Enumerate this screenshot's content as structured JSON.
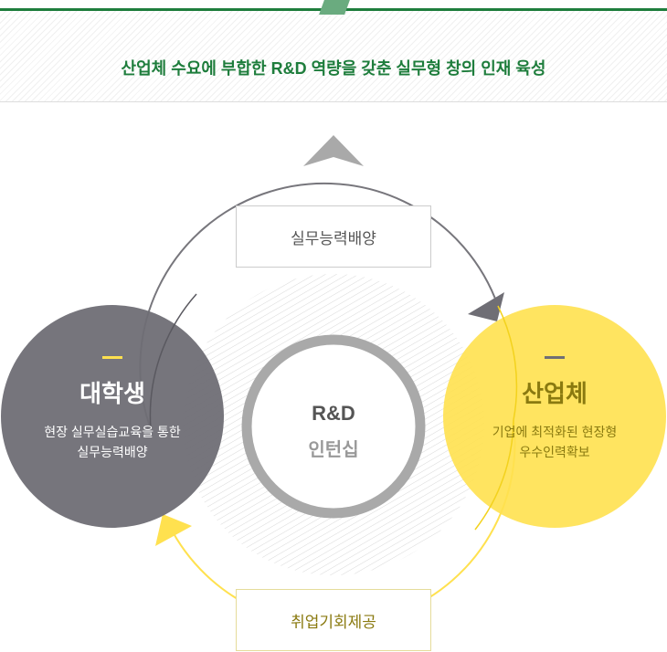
{
  "header": {
    "title": "산업체 수요에 부합한 R&D 역량을 갖춘 실무형 창의 인재 육성"
  },
  "cycle": {
    "top_label": "실무능력배양",
    "bottom_label": "취업기회제공"
  },
  "left": {
    "title": "대학생",
    "desc1": "현장 실무실습교육을 통한",
    "desc2": "실무능력배양"
  },
  "right": {
    "title": "산업체",
    "desc1": "기업에 최적화된 현장형",
    "desc2": "우수인력확보"
  },
  "center": {
    "line1": "R&D",
    "line2": "인턴십"
  },
  "colors": {
    "green": "#1e7d3c",
    "gray": "#6f6e75",
    "yellow": "#ffe14f"
  }
}
